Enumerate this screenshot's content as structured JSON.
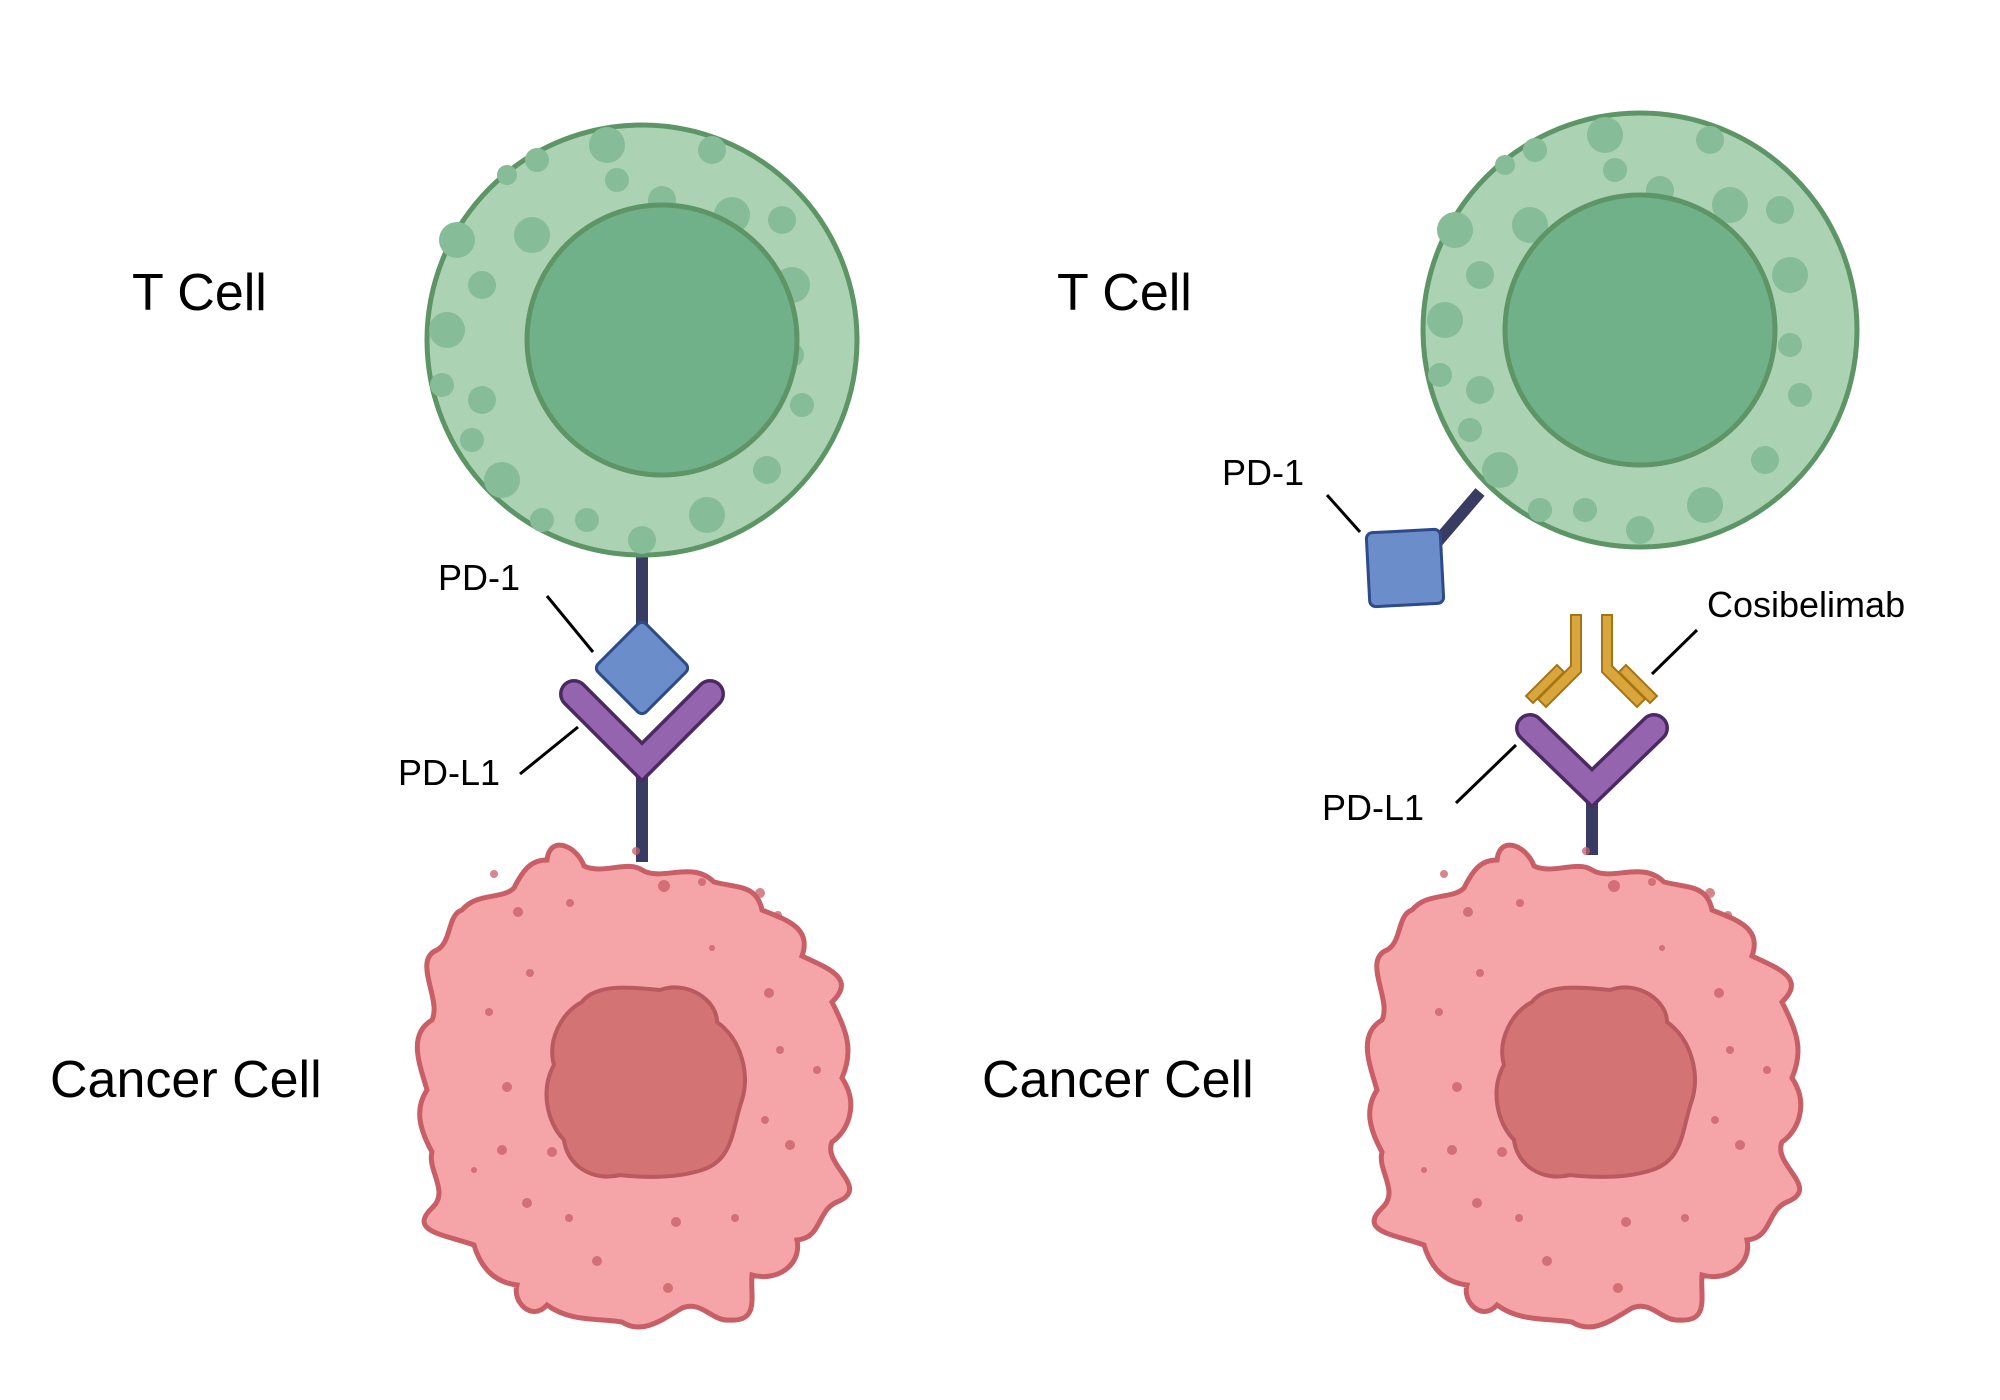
{
  "left_panel": {
    "t_cell_label": "T Cell",
    "cancer_cell_label": "Cancer Cell",
    "pd1_label": "PD-1",
    "pdl1_label": "PD-L1"
  },
  "right_panel": {
    "t_cell_label": "T Cell",
    "cancer_cell_label": "Cancer Cell",
    "pd1_label": "PD-1",
    "pdl1_label": "PD-L1",
    "antibody_label": "Cosibelimab"
  },
  "colors": {
    "t_cell_outer": "#abd3b3",
    "t_cell_nucleus": "#70b18a",
    "t_cell_stroke": "#5e9566",
    "t_cell_granule": "#86bc97",
    "cancer_cell": "#f5a5a8",
    "cancer_nucleus": "#d37373",
    "cancer_stroke": "#c85e66",
    "pd1": "#6b8dca",
    "pd1_stroke": "#2d4a8a",
    "pdl1": "#9464ae",
    "pdl1_stroke": "#4b2a63",
    "stalk": "#383c62",
    "antibody": "#d9a63b",
    "antibody_stroke": "#a47518"
  }
}
